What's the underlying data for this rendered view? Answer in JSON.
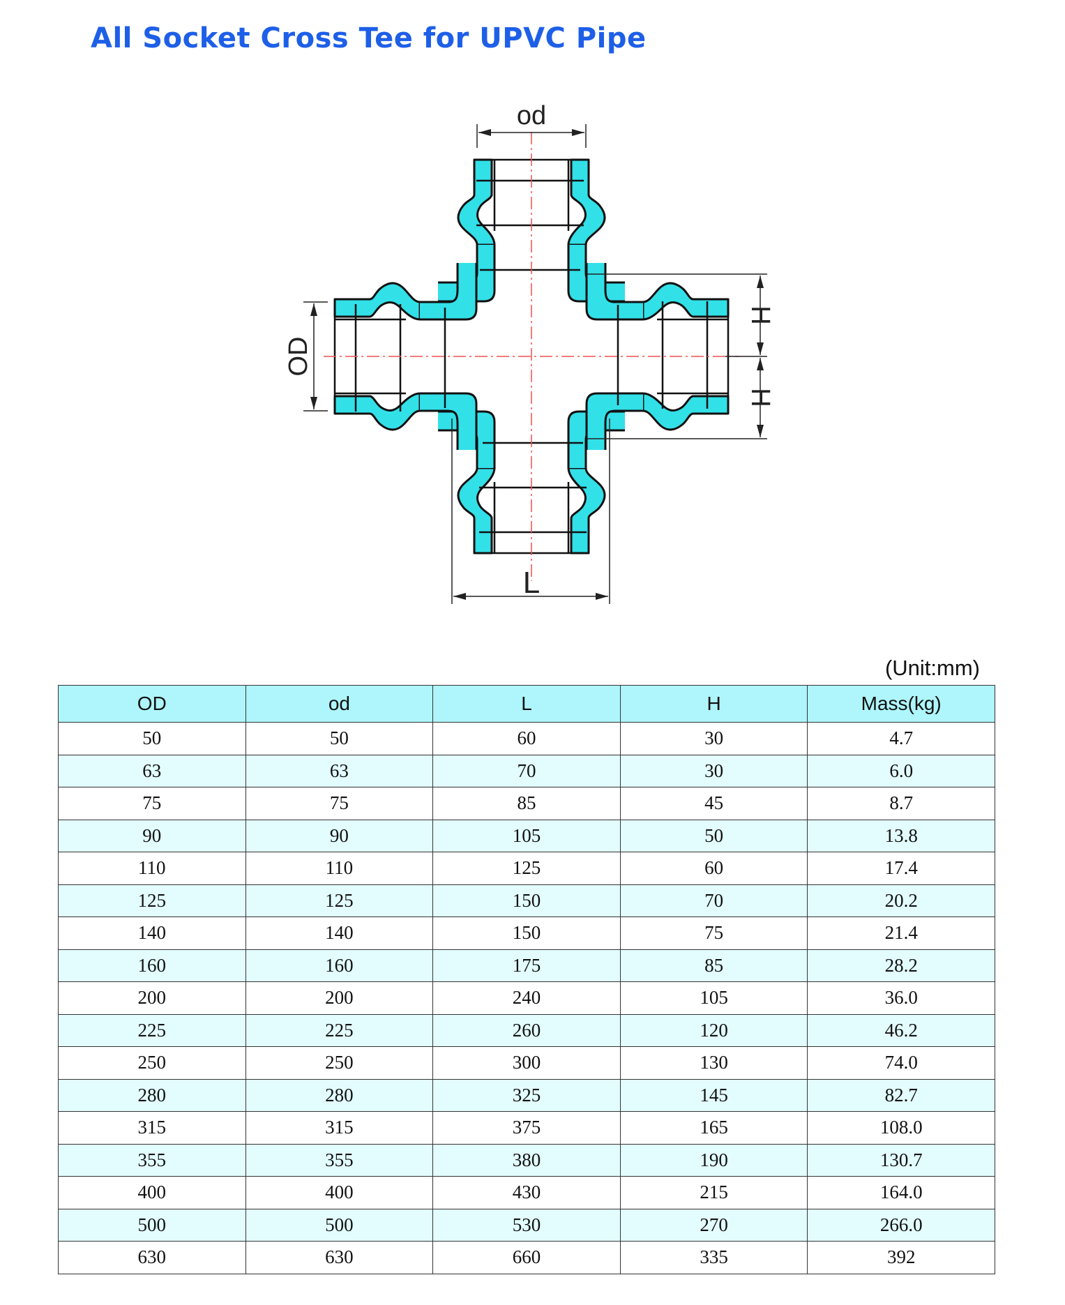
{
  "title": "All Socket Cross Tee for UPVC Pipe",
  "diagram": {
    "label_od_small": "od",
    "label_od_large": "OD",
    "label_h_upper": "H",
    "label_h_lower": "H",
    "label_l": "L",
    "fill_color": "#32e0e8",
    "centerline_color": "#f05050"
  },
  "unit_note": "(Unit:mm)",
  "table": {
    "headers": [
      "OD",
      "od",
      "L",
      "H",
      "Mass(kg)"
    ],
    "rows": [
      [
        "50",
        "50",
        "60",
        "30",
        "4.7"
      ],
      [
        "63",
        "63",
        "70",
        "30",
        "6.0"
      ],
      [
        "75",
        "75",
        "85",
        "45",
        "8.7"
      ],
      [
        "90",
        "90",
        "105",
        "50",
        "13.8"
      ],
      [
        "110",
        "110",
        "125",
        "60",
        "17.4"
      ],
      [
        "125",
        "125",
        "150",
        "70",
        "20.2"
      ],
      [
        "140",
        "140",
        "150",
        "75",
        "21.4"
      ],
      [
        "160",
        "160",
        "175",
        "85",
        "28.2"
      ],
      [
        "200",
        "200",
        "240",
        "105",
        "36.0"
      ],
      [
        "225",
        "225",
        "260",
        "120",
        "46.2"
      ],
      [
        "250",
        "250",
        "300",
        "130",
        "74.0"
      ],
      [
        "280",
        "280",
        "325",
        "145",
        "82.7"
      ],
      [
        "315",
        "315",
        "375",
        "165",
        "108.0"
      ],
      [
        "355",
        "355",
        "380",
        "190",
        "130.7"
      ],
      [
        "400",
        "400",
        "430",
        "215",
        "164.0"
      ],
      [
        "500",
        "500",
        "530",
        "270",
        "266.0"
      ],
      [
        "630",
        "630",
        "660",
        "335",
        "392"
      ]
    ]
  }
}
